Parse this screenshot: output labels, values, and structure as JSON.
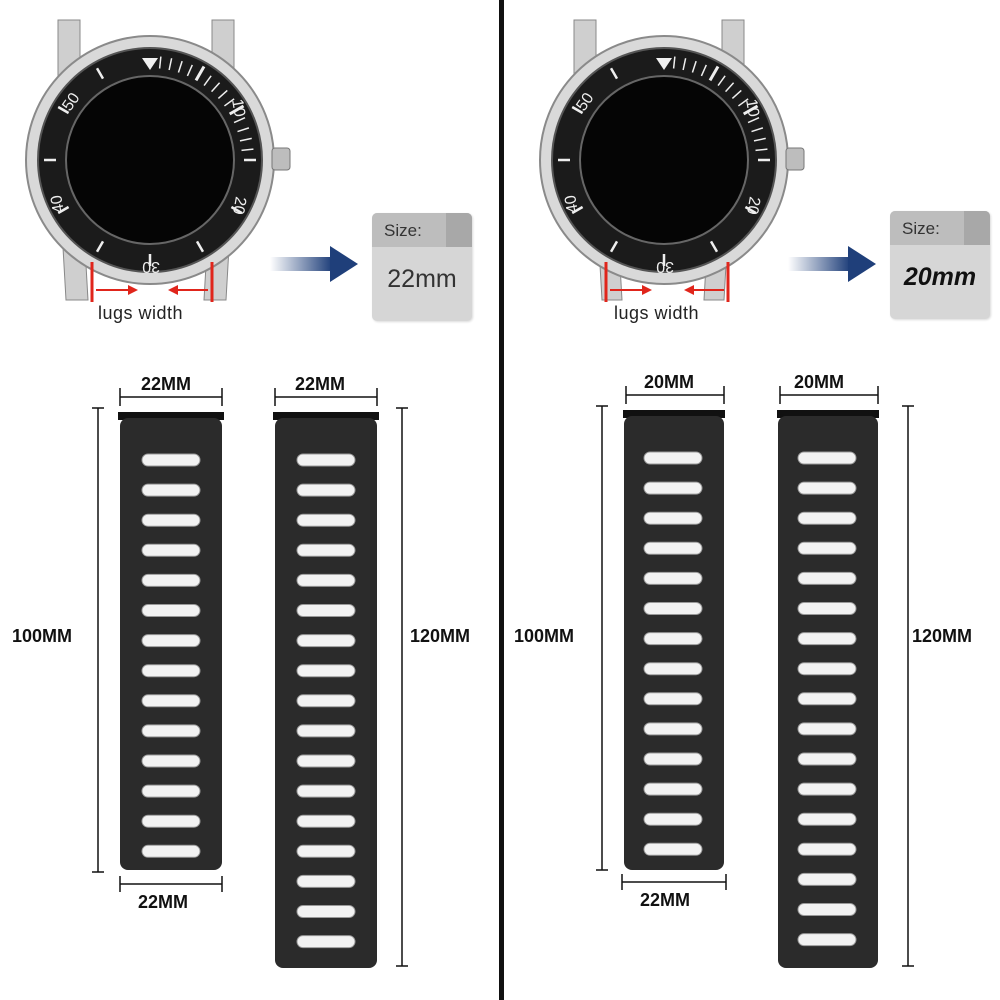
{
  "colors": {
    "strap": "#2b2b2b",
    "hole": "#f2f2f2",
    "arrow_red": "#e0251b",
    "arrow_blue": "#1f3f7a",
    "divider": "#111111"
  },
  "panels": [
    {
      "id": "left",
      "watch": {
        "bezel_numbers": [
          "50",
          "10",
          "40",
          "20",
          "30"
        ]
      },
      "lugs_label": "lugs width",
      "size_card": {
        "label": "Size:",
        "value": "22mm"
      },
      "short_strap": {
        "top_width": "22MM",
        "length": "100MM",
        "bottom_width": "22MM",
        "holes": 14
      },
      "long_strap": {
        "top_width": "22MM",
        "length": "120MM",
        "holes": 17
      }
    },
    {
      "id": "right",
      "watch": {
        "bezel_numbers": [
          "50",
          "10",
          "40",
          "20",
          "30"
        ]
      },
      "lugs_label": "lugs width",
      "size_card": {
        "label": "Size:",
        "value": "20mm"
      },
      "short_strap": {
        "top_width": "20MM",
        "length": "100MM",
        "bottom_width": "22MM",
        "holes": 14
      },
      "long_strap": {
        "top_width": "20MM",
        "length": "120MM",
        "holes": 17
      }
    }
  ]
}
